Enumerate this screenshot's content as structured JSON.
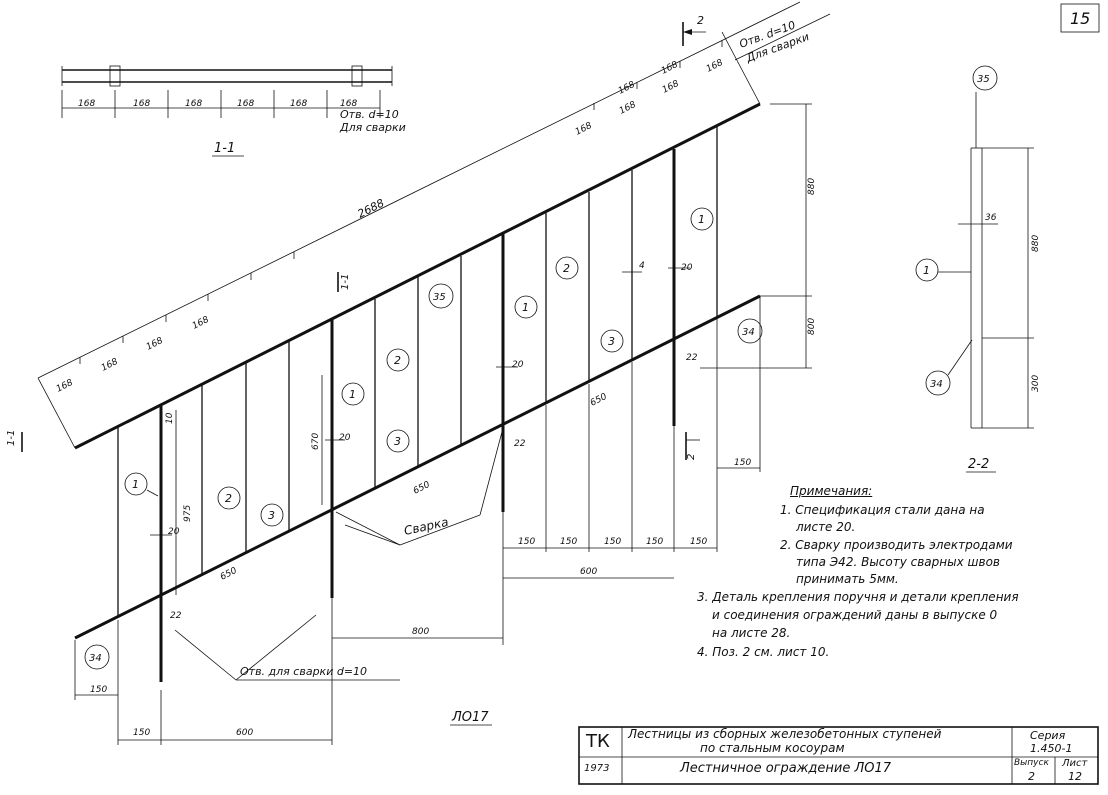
{
  "sheet_number": "15",
  "section_1": {
    "title": "1-1",
    "dims": [
      "168",
      "168",
      "168",
      "168",
      "168",
      "168"
    ],
    "hole_note": "Отв. d=10",
    "hole_note_2": "Для сварки"
  },
  "top_arrow": {
    "label": "2"
  },
  "top_hole_note": {
    "line1": "Отв. d=10",
    "line2": "Для сварки"
  },
  "main": {
    "overall_length": "2688",
    "slope_dims": [
      "168",
      "168",
      "168",
      "168",
      "168",
      "168",
      "168",
      "168",
      "168",
      "168"
    ],
    "height_880": "880",
    "height_800": "800",
    "dim_670": "670",
    "dim_975": "975",
    "dim_10": "10",
    "dim_20": "20",
    "dim_22": "22",
    "dim_4": "4",
    "dim_650": "650",
    "bottom_150": "150",
    "bottom_600": "600",
    "bottom_800": "800",
    "right_dims": [
      "150",
      "150",
      "150",
      "150",
      "150"
    ],
    "right_600": "600",
    "right_150": "150",
    "svarka": "Сварка",
    "bottom_hole": "Отв. для сварки d=10",
    "mark_1_1": "1-1",
    "mark_2": "2",
    "drawing_code": "ЛО17",
    "callouts": [
      "1",
      "2",
      "3",
      "34",
      "35"
    ]
  },
  "section_2": {
    "title": "2-2",
    "dim_36": "36",
    "dim_880": "880",
    "dim_300": "300",
    "callouts": [
      "35",
      "1",
      "34"
    ]
  },
  "notes": {
    "heading": "Примечания:",
    "items": [
      "1. Спецификация стали дана на",
      "листе 20.",
      "2. Сварку производить электродами",
      "типа Э42. Высоту сварных швов",
      "принимать 5мм.",
      "3. Деталь крепления поручня и детали крепления",
      "и соединения ограждений даны в выпуске 0",
      "на листе 28.",
      "4. Поз. 2 см. лист 10."
    ]
  },
  "title_block": {
    "org": "ТК",
    "title_line1": "Лестницы из сборных железобетонных ступеней",
    "title_line2": "по стальным косоурам",
    "year": "1973",
    "sheet_title": "Лестничное ограждение ЛО17",
    "series_label": "Серия",
    "series_value": "1.450-1",
    "issue_label": "Выпуск",
    "issue_value": "2",
    "sheet_label": "Лист",
    "sheet_value": "12"
  }
}
